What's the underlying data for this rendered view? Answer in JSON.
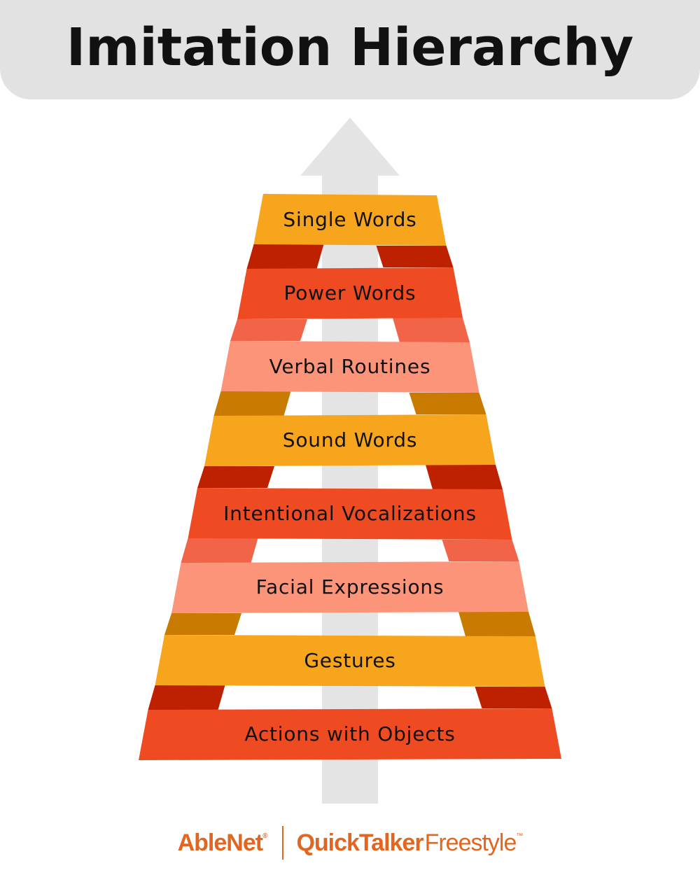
{
  "title": "Imitation Hierarchy",
  "colors": {
    "gold": "#f6a51c",
    "gold_shadow": "#c97a00",
    "red": "#ef4b22",
    "red_shadow": "#be2100",
    "salmon": "#fc947a",
    "salmon_shadow": "#f26448",
    "arrow": "#e4e4e4",
    "brand": "#e2661f"
  },
  "levels": [
    {
      "label": "Single Words",
      "color": "gold"
    },
    {
      "label": "Power Words",
      "color": "red"
    },
    {
      "label": "Verbal Routines",
      "color": "salmon"
    },
    {
      "label": "Sound Words",
      "color": "gold"
    },
    {
      "label": "Intentional Vocalizations",
      "color": "red"
    },
    {
      "label": "Facial Expressions",
      "color": "salmon"
    },
    {
      "label": "Gestures",
      "color": "gold"
    },
    {
      "label": "Actions with Objects",
      "color": "red"
    }
  ],
  "footer": {
    "brand1": "AbleNet",
    "brand1_mark": "®",
    "brand2_bold": "QuickTalker",
    "brand2_light": "Freestyle",
    "brand2_mark": "™"
  }
}
